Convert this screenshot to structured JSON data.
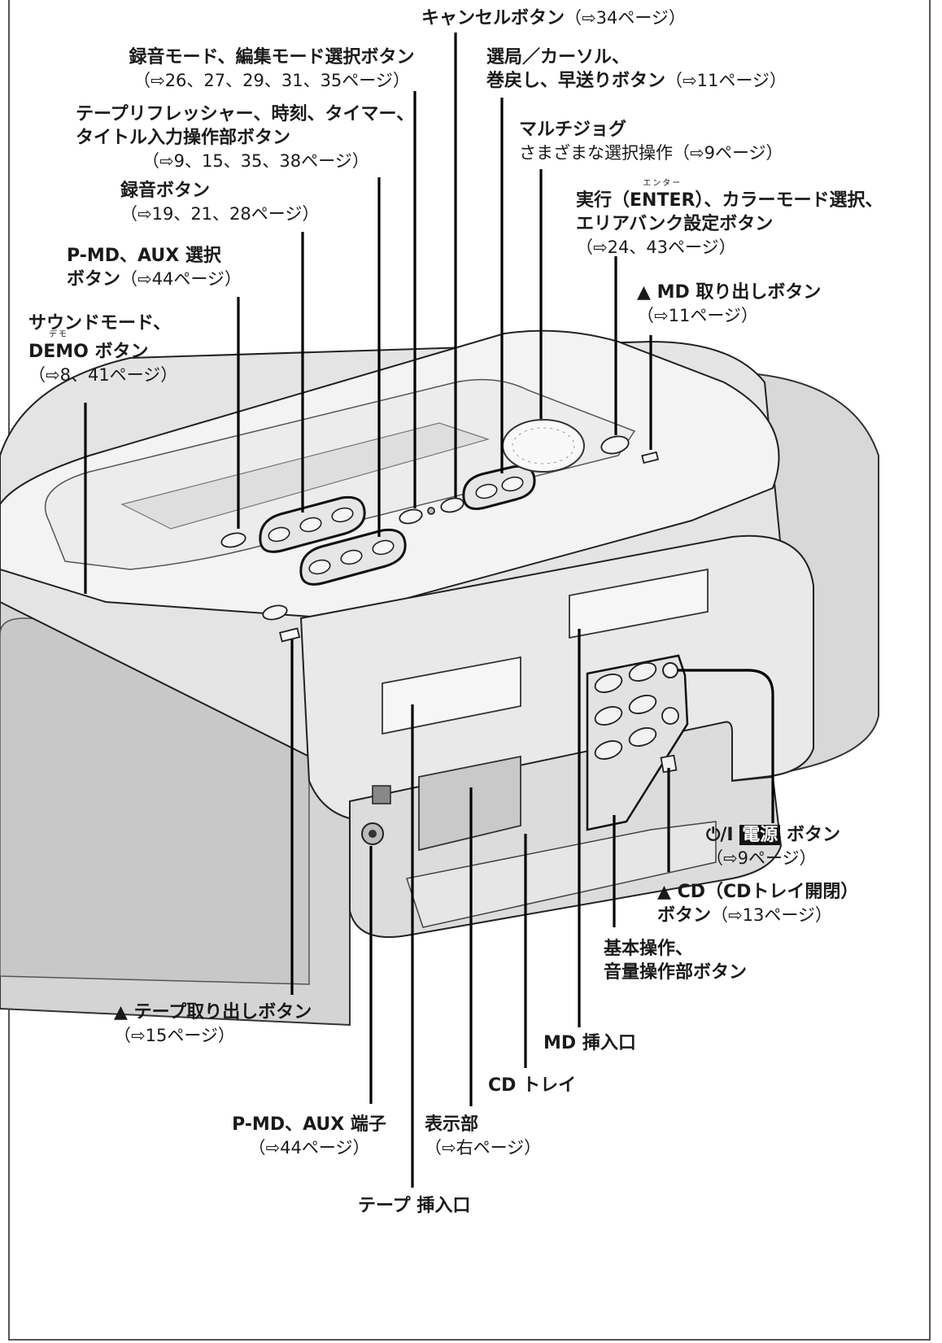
{
  "labels": {
    "cancel": {
      "title": "キャンセルボタン",
      "ref": "（⇨34ページ）"
    },
    "rec_mode": {
      "line1": "録音モード、編集モード選択ボタン",
      "ref": "（⇨26、27、29、31、35ページ）"
    },
    "tuning": {
      "line1": "選局／カーソル、",
      "line2": "巻戻し、早送りボタン",
      "ref": "（⇨11ページ）"
    },
    "tape_refresh": {
      "line1": "テープリフレッシャー、時刻、タイマー、",
      "line2": "タイトル入力操作部ボタン",
      "ref": "（⇨9、15、35、38ページ）"
    },
    "multijog": {
      "title": "マルチジョグ",
      "line2": "さまざまな選択操作（⇨9ページ）"
    },
    "record": {
      "title": "録音ボタン",
      "ref": "（⇨19、21、28ページ）"
    },
    "enter": {
      "line1_a": "実行（",
      "enter_word": "ENTER",
      "enter_ruby": "エンター",
      "line1_b": "）、カラーモード選択、",
      "line2": "エリアバンク設定ボタン",
      "ref": "（⇨24、43ページ）"
    },
    "pmd_select": {
      "line1": "P-MD、AUX 選択",
      "line2_a": "ボタン",
      "line2_b": "（⇨44ページ）"
    },
    "md_eject": {
      "title": "▲ MD 取り出しボタン",
      "ref": "（⇨11ページ）"
    },
    "sound_mode": {
      "line1": "サウンドモード、",
      "demo_word": "DEMO",
      "demo_ruby": "デモ",
      "line2_b": " ボタン",
      "ref": "（⇨8、41ページ）"
    },
    "power": {
      "symbol": "⏻/I",
      "boxed": "電源",
      "tail": "ボタン",
      "ref": "（⇨9ページ）"
    },
    "cd_eject": {
      "line1": "▲ CD（CDトレイ開閉）",
      "line2_a": "ボタン",
      "line2_b": "（⇨13ページ）"
    },
    "basic_ops": {
      "line1": "基本操作、",
      "line2": "音量操作部ボタン"
    },
    "md_slot": {
      "title": "MD 挿入口"
    },
    "tape_eject": {
      "title": "▲ テープ取り出しボタン",
      "ref": "（⇨15ページ）"
    },
    "cd_tray": {
      "title": "CD トレイ"
    },
    "display": {
      "title": "表示部",
      "ref": "（⇨右ページ）"
    },
    "pmd_jack": {
      "title": "P-MD、AUX 端子",
      "ref": "（⇨44ページ）"
    },
    "tape_slot": {
      "title": "テープ 挿入口"
    }
  },
  "colors": {
    "body": "#e6e6e6",
    "body_dark": "#bdbdbd",
    "outline": "#1a1a1a",
    "shade": "#cfcfcf"
  }
}
